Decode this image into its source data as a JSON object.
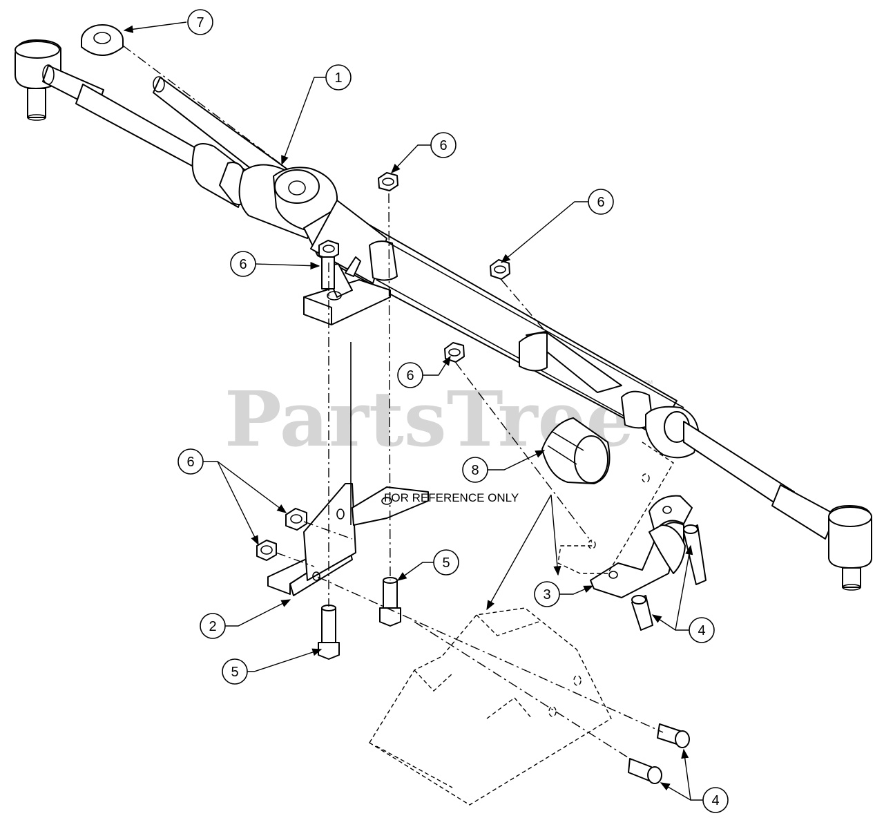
{
  "watermark": {
    "text": "PartsTree",
    "trademark": "™"
  },
  "reference_note": "FOR REFERENCE ONLY",
  "callouts": [
    "7",
    "1",
    "6",
    "6",
    "6",
    "6",
    "6",
    "8",
    "5",
    "5",
    "2",
    "3",
    "4",
    "4"
  ],
  "colors": {
    "line": "#000000",
    "background": "#ffffff",
    "watermark": "#c8c8c8"
  }
}
